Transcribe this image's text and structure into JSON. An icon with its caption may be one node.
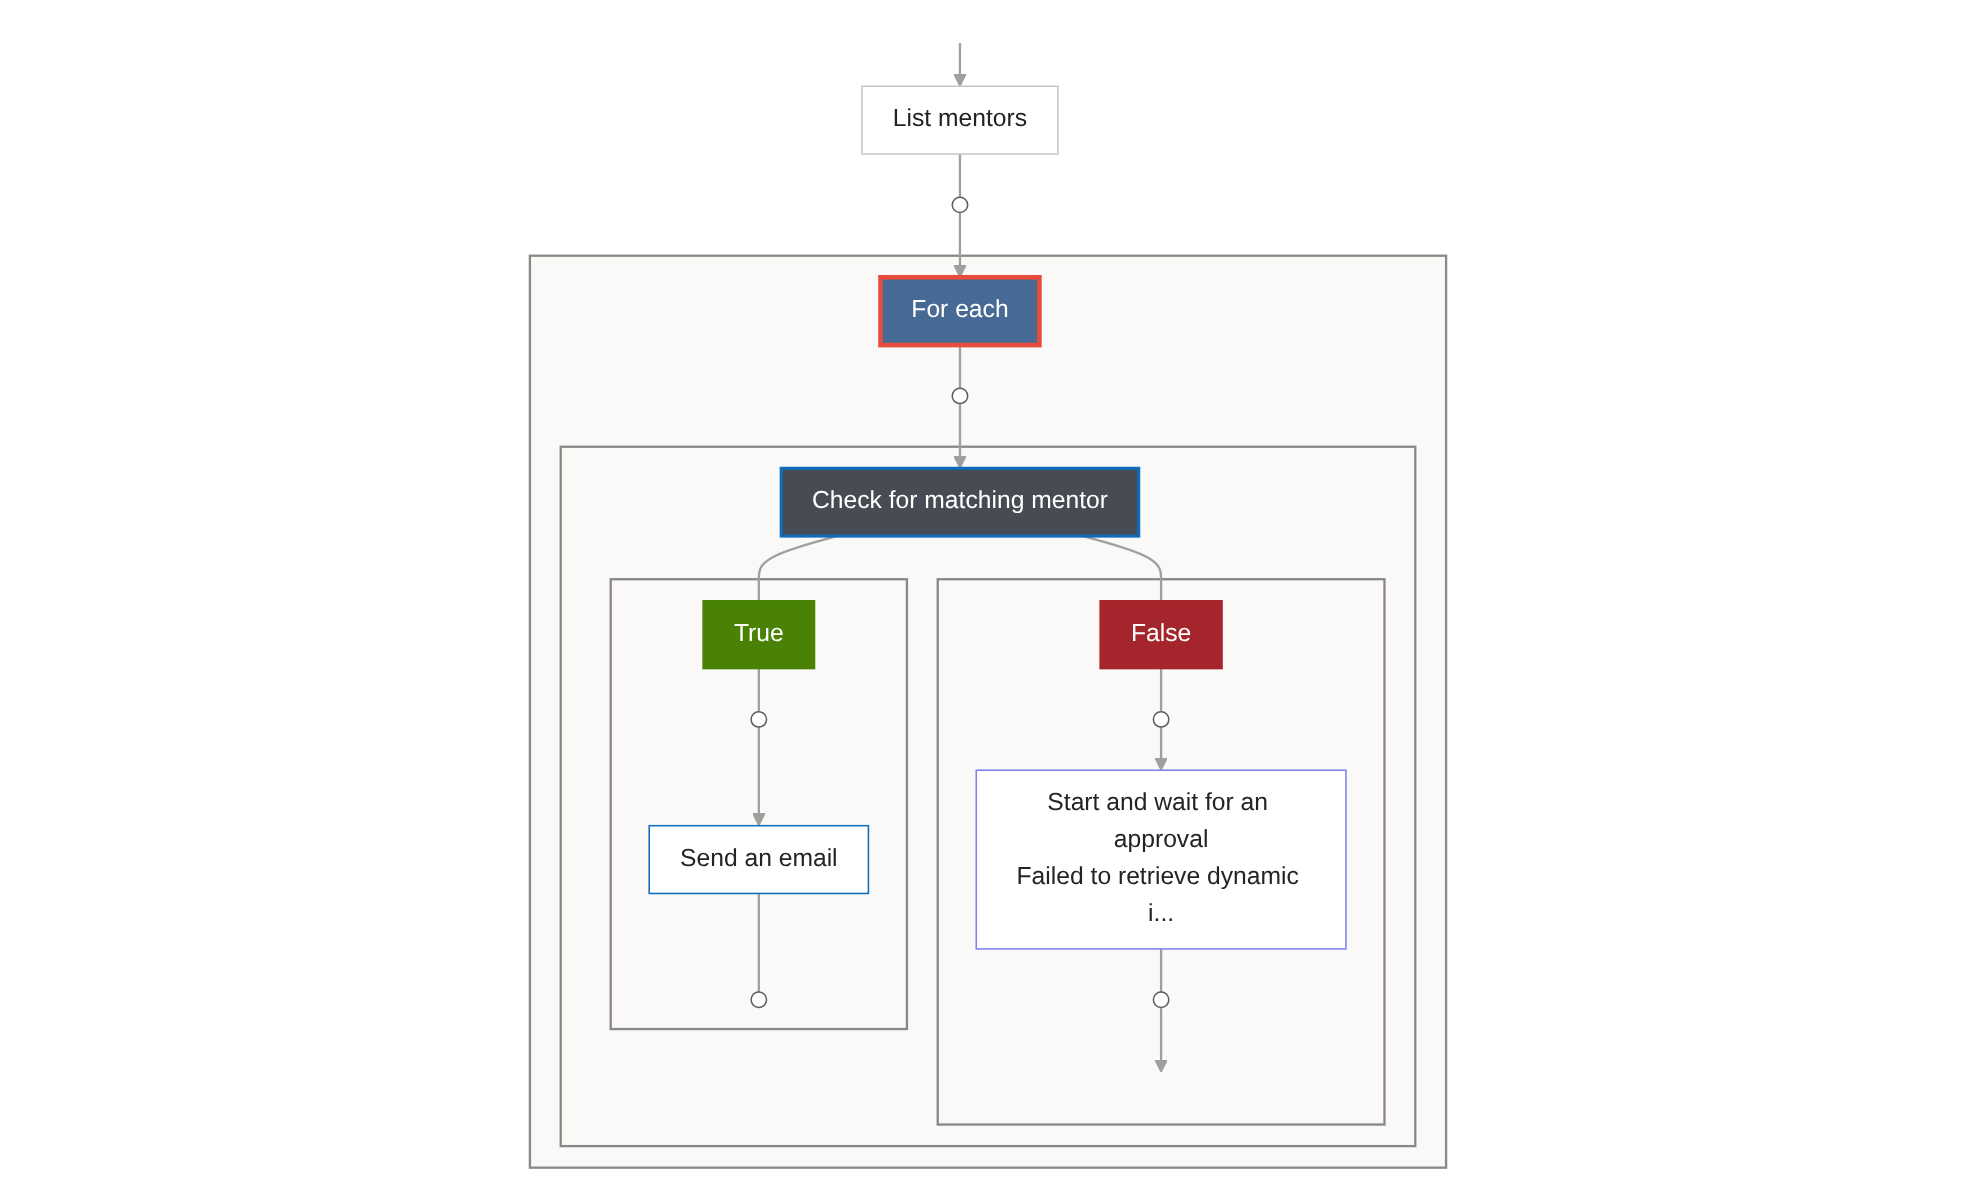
{
  "diagram": {
    "nodes": [
      {
        "text": [
          "List mentors"
        ]
      },
      {
        "text": [],
        "shape": "circle"
      },
      {
        "text": [],
        "shape": "box"
      },
      {
        "text": [
          "For each"
        ],
        "in": 2
      },
      {
        "text": [],
        "shape": "circle",
        "in": 2
      },
      {
        "text": [],
        "shape": "box",
        "in": 2
      },
      {
        "text": [
          "Check for matching mentor"
        ],
        "in": 5
      },
      {
        "text": [],
        "shape": "box",
        "in": 5
      },
      {
        "text": [
          "True"
        ],
        "in": 7
      },
      {
        "text": [],
        "shape": "circle",
        "in": 7
      },
      {
        "text": [
          "Send an email"
        ],
        "in": 7
      },
      {
        "text": [],
        "shape": "circle",
        "in": 7
      },
      {
        "text": [],
        "shape": "box",
        "in": 5
      },
      {
        "text": [
          "False"
        ],
        "in": 12
      },
      {
        "text": [],
        "shape": "circle",
        "in": 12
      },
      {
        "text": [
          "Start and wait for an approval",
          "Failed to retrieve dynamic i..."
        ],
        "in": 12
      },
      {
        "text": [],
        "shape": "circle",
        "in": 12
      }
    ],
    "edges": [
      {
        "from": null,
        "to": 0,
        "arrow": "to"
      },
      {
        "from": 0,
        "to": 1,
        "arrow": "none"
      },
      {
        "from": 1,
        "to": 3,
        "arrow": "to"
      },
      {
        "from": 3,
        "to": 4,
        "arrow": "none"
      },
      {
        "from": 4,
        "to": 6,
        "arrow": "to"
      },
      {
        "from": 6,
        "to": 8,
        "arrow": "none"
      },
      {
        "from": 6,
        "to": 13,
        "arrow": "none"
      },
      {
        "from": 8,
        "to": 9,
        "arrow": "none"
      },
      {
        "from": 9,
        "to": 10,
        "arrow": "to"
      },
      {
        "from": 10,
        "to": 11,
        "arrow": "none"
      },
      {
        "from": 13,
        "to": 14,
        "arrow": "none"
      },
      {
        "from": 14,
        "to": 15,
        "arrow": "to"
      },
      {
        "from": 15,
        "to": 16,
        "arrow": "none"
      },
      {
        "from": 16,
        "to": null,
        "arrow": "to"
      }
    ]
  }
}
